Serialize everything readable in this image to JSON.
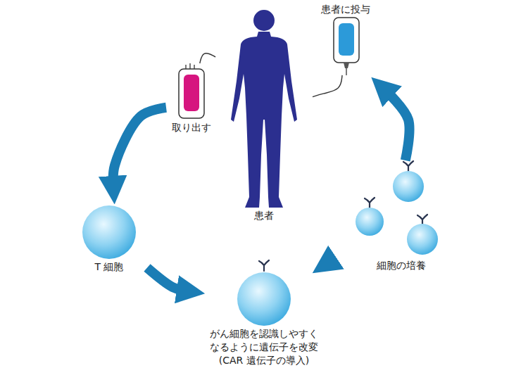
{
  "diagram": {
    "nodes": [
      {
        "text": [
          "患者"
        ]
      },
      {
        "text": [
          "T 細胞"
        ]
      },
      {
        "text": [
          "がん細胞を認識しやすく なるように遺伝子を改変",
          "(CAR 遺伝子の導入)"
        ]
      },
      {
        "text": [
          "細胞の培養"
        ]
      },
      {
        "text": [
          "取り出す"
        ]
      },
      {
        "text": [
          "患者に投与"
        ]
      }
    ],
    "edges": [
      {
        "from": 4,
        "to": 1,
        "arrow": "to"
      },
      {
        "from": 1,
        "to": 2,
        "arrow": "to"
      },
      {
        "from": 2,
        "to": 3,
        "arrow": "to"
      },
      {
        "from": 3,
        "to": 5,
        "arrow": "to"
      },
      {
        "from": 4,
        "to": 0,
        "arrow": "none"
      },
      {
        "from": 5,
        "to": 0,
        "arrow": "none"
      }
    ]
  }
}
